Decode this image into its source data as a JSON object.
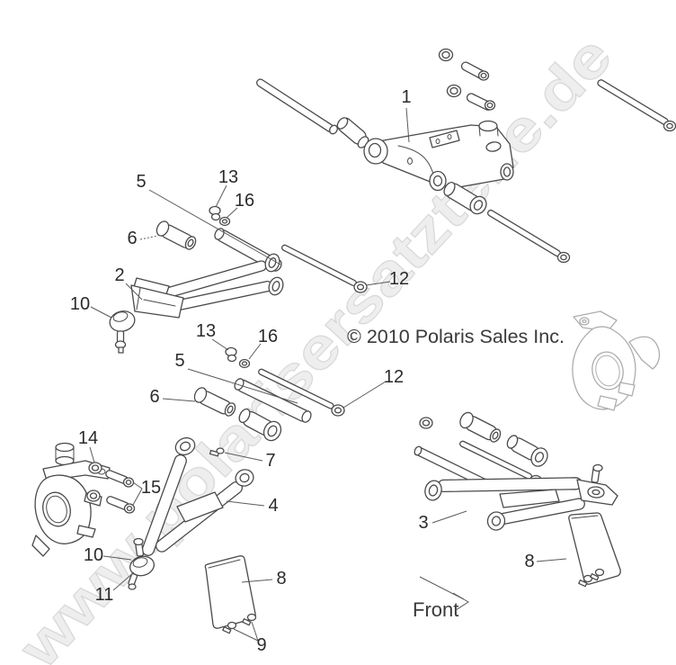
{
  "watermark": {
    "text": "www.polarisersatzteile.de"
  },
  "copyright": {
    "text": "© 2010 Polaris Sales Inc."
  },
  "front": {
    "text": "Front"
  },
  "callouts": {
    "1": {
      "text": "1"
    },
    "2": {
      "text": "2"
    },
    "3": {
      "text": "3"
    },
    "4": {
      "text": "4"
    },
    "5": {
      "text": "5"
    },
    "6": {
      "text": "6"
    },
    "7": {
      "text": "7"
    },
    "8": {
      "text": "8"
    },
    "9": {
      "text": "9"
    },
    "10": {
      "text": "10"
    },
    "11": {
      "text": "11"
    },
    "12": {
      "text": "12"
    },
    "13": {
      "text": "13"
    },
    "14": {
      "text": "14"
    },
    "15": {
      "text": "15"
    },
    "16": {
      "text": "16"
    }
  },
  "colors": {
    "line": "#4a4a4a",
    "label": "#2b2b2b",
    "watermark": "#eeeeee",
    "light_part": "#adadad",
    "background": "#ffffff"
  }
}
